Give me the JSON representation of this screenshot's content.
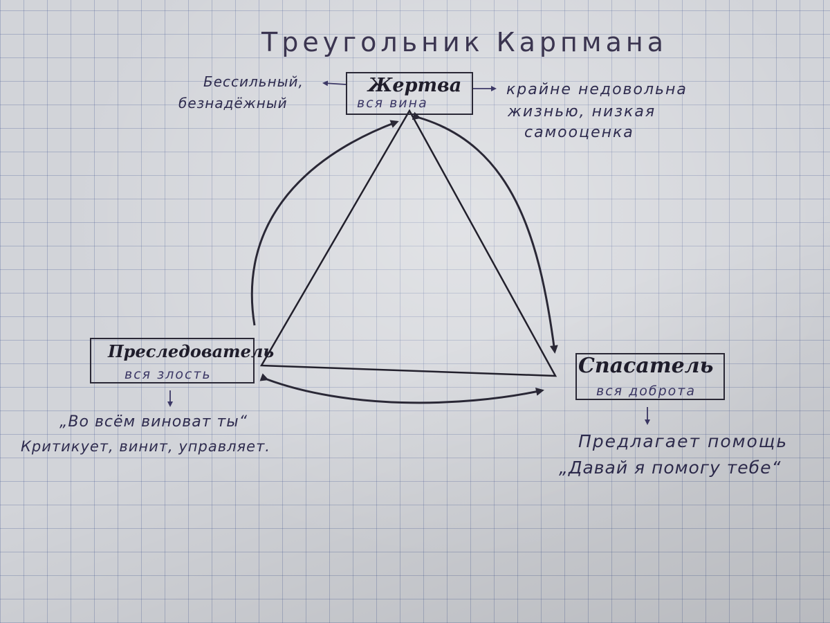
{
  "title": "Треугольник Карпмана",
  "victim": {
    "name": "Жертва",
    "trait": "вся вина",
    "left_note_line1": "Бессильный,",
    "left_note_line2": "безнадёжный",
    "right_note_line1": "крайне недовольна",
    "right_note_line2": "жизнью, низкая",
    "right_note_line3": "самооценка"
  },
  "persecutor": {
    "name": "Преследователь",
    "trait": "вся злость",
    "quote": "„Во всём виноват ты“",
    "note": "Критикует, винит, управляет."
  },
  "rescuer": {
    "name": "Спасатель",
    "trait": "вся доброта",
    "note": "Предлагает помощь",
    "quote": "„Давай я помогу тебе“"
  },
  "colors": {
    "ink": "#2a2836",
    "pen": "#3c3866",
    "grid": "#3c508c"
  }
}
